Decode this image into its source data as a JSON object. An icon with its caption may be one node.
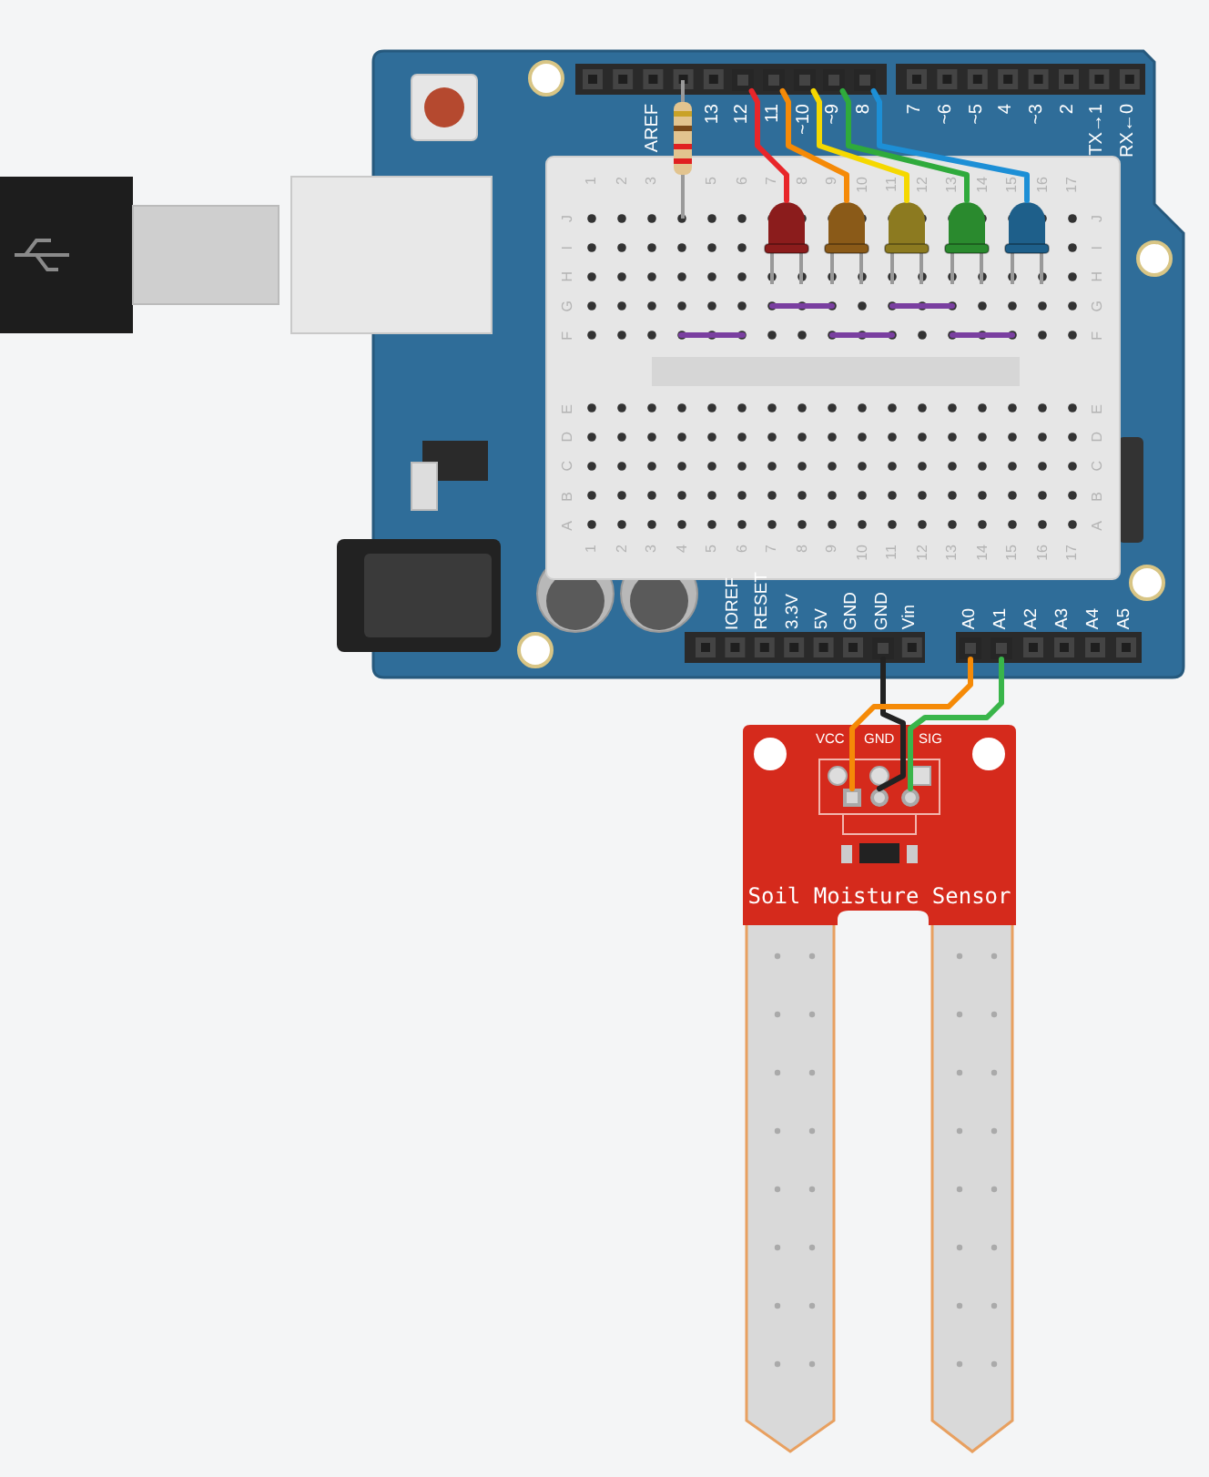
{
  "diagram": {
    "nodes": [
      {
        "text": [],
        "shape": "picture"
      },
      {
        "text": [],
        "shape": "box",
        "in": 0,
        "beside": [
          "12"
        ]
      },
      {
        "text": [],
        "shape": "box",
        "in": 0,
        "beside": [
          "11"
        ]
      },
      {
        "text": [],
        "shape": "box",
        "in": 0,
        "beside": [
          "~10"
        ]
      },
      {
        "text": [],
        "shape": "box",
        "in": 0,
        "beside": [
          "~9"
        ]
      },
      {
        "text": [],
        "shape": "box",
        "in": 0,
        "beside": [
          "8"
        ]
      },
      {
        "text": [],
        "shape": "picture",
        "in": 0
      },
      {
        "text": [],
        "shape": "picture",
        "in": 6
      },
      {
        "text": [],
        "shape": "picture",
        "in": 6
      },
      {
        "text": [],
        "shape": "picture",
        "in": 6
      },
      {
        "text": [],
        "shape": "picture",
        "in": 6
      },
      {
        "text": [],
        "shape": "picture",
        "in": 6
      },
      {
        "text": [],
        "shape": "box",
        "in": 0,
        "beside": [
          "GND"
        ]
      },
      {
        "text": [],
        "shape": "box",
        "in": 0,
        "beside": [
          "A0"
        ]
      },
      {
        "text": [],
        "shape": "box",
        "in": 0,
        "beside": [
          "A1"
        ]
      },
      {
        "text": [
          "Soil Moisture Sensor"
        ]
      },
      {
        "text": [],
        "shape": "box",
        "in": 15,
        "beside": [
          "VCC"
        ]
      },
      {
        "text": [],
        "shape": "circle",
        "in": 15,
        "beside": [
          "GND"
        ]
      },
      {
        "text": [],
        "shape": "circle",
        "in": 15,
        "beside": [
          "SIG"
        ]
      }
    ],
    "edges": [
      {
        "from": 1,
        "to": 7,
        "arrow": "none",
        "color": "#e8262a"
      },
      {
        "from": 2,
        "to": 8,
        "arrow": "none",
        "color": "#f58a07"
      },
      {
        "from": 3,
        "to": 9,
        "arrow": "none",
        "color": "#f5d800"
      },
      {
        "from": 4,
        "to": 10,
        "arrow": "none",
        "color": "#2faa3c"
      },
      {
        "from": 5,
        "to": 11,
        "arrow": "none",
        "color": "#1d8fd6"
      },
      {
        "from": 12,
        "to": 17,
        "arrow": "none",
        "color": "#222222"
      },
      {
        "from": 13,
        "to": 16,
        "arrow": "none",
        "color": "#f58a07"
      },
      {
        "from": 14,
        "to": 18,
        "arrow": "none",
        "color": "#39b54a"
      }
    ],
    "labels": [
      "AREF",
      "13",
      "7",
      "~6",
      "~5",
      "4",
      "~3",
      "2",
      "TX→1",
      "RX←0",
      "IOREF",
      "RESET",
      "3.3V",
      "5V",
      "GND",
      "Vin",
      "A2",
      "A3",
      "A4",
      "A5",
      "1",
      "2",
      "3",
      "5",
      "6",
      "7",
      "8",
      "9",
      "10",
      "11",
      "12",
      "13",
      "14",
      "15",
      "16",
      "17",
      "J",
      "I",
      "H",
      "G",
      "F",
      "E",
      "D",
      "C",
      "B",
      "A",
      "J",
      "I",
      "H",
      "G",
      "F",
      "E",
      "D",
      "C",
      "B",
      "A",
      "1",
      "2",
      "3",
      "4",
      "5",
      "6",
      "7",
      "8",
      "9",
      "10",
      "11",
      "12",
      "13",
      "14",
      "15",
      "16",
      "17"
    ]
  }
}
